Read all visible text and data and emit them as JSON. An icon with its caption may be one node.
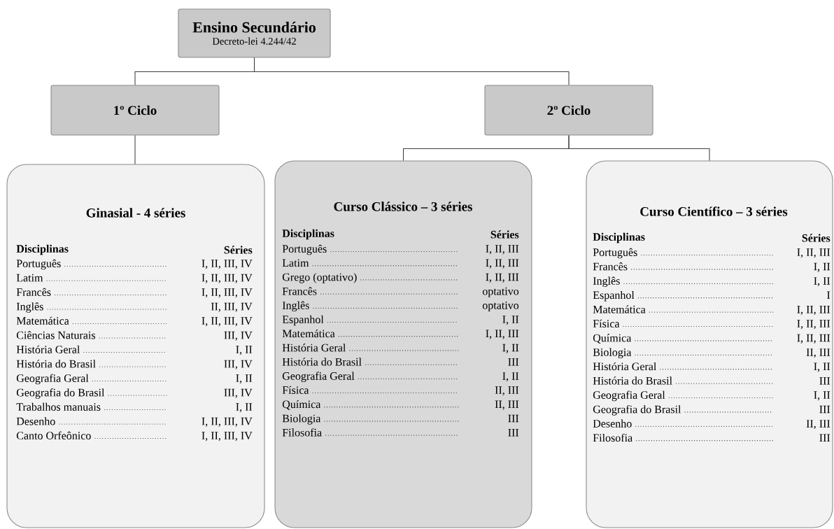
{
  "diagram": {
    "nodes": [
      {
        "text": [
          "Ensino Secundário",
          "Decreto-lei 4.244/42"
        ]
      },
      {
        "text": [
          "1º Ciclo"
        ]
      },
      {
        "text": [
          "2º Ciclo"
        ]
      },
      {
        "text": [
          "Ginasial - 4 séries",
          "Disciplinas",
          "Séries",
          "Português",
          "I, II, III, IV",
          "Latim",
          "I, II, III, IV",
          "Francês",
          "I, II, III, IV",
          "Inglês",
          "II, III, IV",
          "Matemática",
          "I, II, III, IV",
          "Ciências Naturais",
          "III, IV",
          "História Geral",
          "I, II",
          "História do Brasil",
          "III, IV",
          "Geografia Geral",
          "I, II",
          "Geografia do Brasil",
          "III, IV",
          "Trabalhos manuais",
          "I, II",
          "Desenho",
          "I, II, III, IV",
          "Canto Orfeônico",
          "I, II, III, IV"
        ]
      },
      {
        "text": [
          "Curso Clássico – 3 séries",
          "Disciplinas",
          "Séries",
          "Português",
          "I, II, III",
          "Latim",
          "I, II, III",
          "Grego (optativo)",
          "I, II, III",
          "Francês",
          "optativo",
          "Inglês",
          "optativo",
          "Espanhol",
          "I, II",
          "Matemática",
          "I, II, III",
          "História Geral",
          "I, II",
          "História do Brasil",
          "III",
          "Geografia Geral",
          "I, II",
          "Física",
          "II, III",
          "Química",
          "II, III",
          "Biologia",
          "III",
          "Filosofia",
          "III"
        ]
      },
      {
        "text": [
          "Curso Científico – 3 séries",
          "Disciplinas",
          "Séries",
          "Português",
          "I, II, III",
          "Francês",
          "I, II",
          "Inglês",
          "I, II",
          "Espanhol",
          "I",
          "Matemática",
          "I, II, III",
          "Física",
          "I, II, III",
          "Química",
          "I, II, III",
          "Biologia",
          "II, III",
          "História Geral",
          "I, II",
          "História do Brasil",
          "III",
          "Geografia Geral",
          "I, II",
          "Geografia do Brasil",
          "III",
          "Desenho",
          "II, III",
          "Filosofia",
          "III"
        ]
      }
    ],
    "edges": [
      {
        "from": 0,
        "to": 1,
        "arrow": "none"
      },
      {
        "from": 0,
        "to": 2,
        "arrow": "none"
      },
      {
        "from": 1,
        "to": 3,
        "arrow": "none"
      },
      {
        "from": 2,
        "to": 4,
        "arrow": "none"
      },
      {
        "from": 2,
        "to": 5,
        "arrow": "none"
      }
    ]
  }
}
